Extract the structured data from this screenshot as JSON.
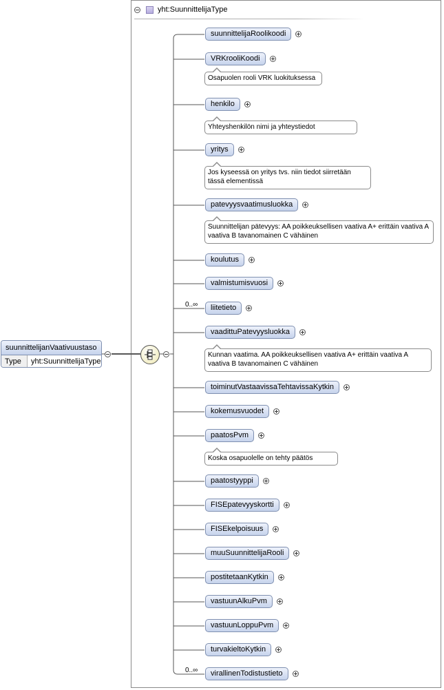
{
  "root": {
    "name": "suunnittelijanVaativuustaso",
    "type_key": "Type",
    "type_value": "yht:SuunnittelijaType"
  },
  "complex_type": {
    "title": "yht:SuunnittelijaType"
  },
  "elements": [
    {
      "name": "suunnittelijaRoolikoodi",
      "annotation": "",
      "cardinality": ""
    },
    {
      "name": "VRKrooliKoodi",
      "annotation": "Osapuolen rooli VRK luokituksessa",
      "cardinality": ""
    },
    {
      "name": "henkilo",
      "annotation": "Yhteyshenkilön nimi ja yhteystiedot",
      "cardinality": ""
    },
    {
      "name": "yritys",
      "annotation": "Jos kyseessä on yritys tvs. niin tiedot siirretään tässä elementissä",
      "cardinality": ""
    },
    {
      "name": "patevyysvaatimusluokka",
      "annotation": "Suunnittelijan pätevyys: AA poikkeuksellisen vaativa A+ erittäin vaativa A vaativa B tavanomainen C vähäinen",
      "cardinality": ""
    },
    {
      "name": "koulutus",
      "annotation": "",
      "cardinality": ""
    },
    {
      "name": "valmistumisvuosi",
      "annotation": "",
      "cardinality": ""
    },
    {
      "name": "liitetieto",
      "annotation": "",
      "cardinality": "0..∞"
    },
    {
      "name": "vaadittuPatevyysluokka",
      "annotation": "Kunnan vaatima. AA poikkeuksellisen vaativa A+ erittäin vaativa A vaativa B tavanomainen C vähäinen",
      "cardinality": ""
    },
    {
      "name": "toiminutVastaavissaTehtavissaKytkin",
      "annotation": "",
      "cardinality": ""
    },
    {
      "name": "kokemusvuodet",
      "annotation": "",
      "cardinality": ""
    },
    {
      "name": "paatosPvm",
      "annotation": "Koska osapuolelle on tehty päätös",
      "cardinality": ""
    },
    {
      "name": "paatostyyppi",
      "annotation": "",
      "cardinality": ""
    },
    {
      "name": "FISEpatevyyskortti",
      "annotation": "",
      "cardinality": ""
    },
    {
      "name": "FISEkelpoisuus",
      "annotation": "",
      "cardinality": ""
    },
    {
      "name": "muuSuunnittelijaRooli",
      "annotation": "",
      "cardinality": ""
    },
    {
      "name": "postitetaanKytkin",
      "annotation": "",
      "cardinality": ""
    },
    {
      "name": "vastuunAlkuPvm",
      "annotation": "",
      "cardinality": ""
    },
    {
      "name": "vastuunLoppuPvm",
      "annotation": "",
      "cardinality": ""
    },
    {
      "name": "turvakieltoKytkin",
      "annotation": "",
      "cardinality": ""
    },
    {
      "name": "virallinenTodistustieto",
      "annotation": "",
      "cardinality": "0..∞"
    }
  ]
}
